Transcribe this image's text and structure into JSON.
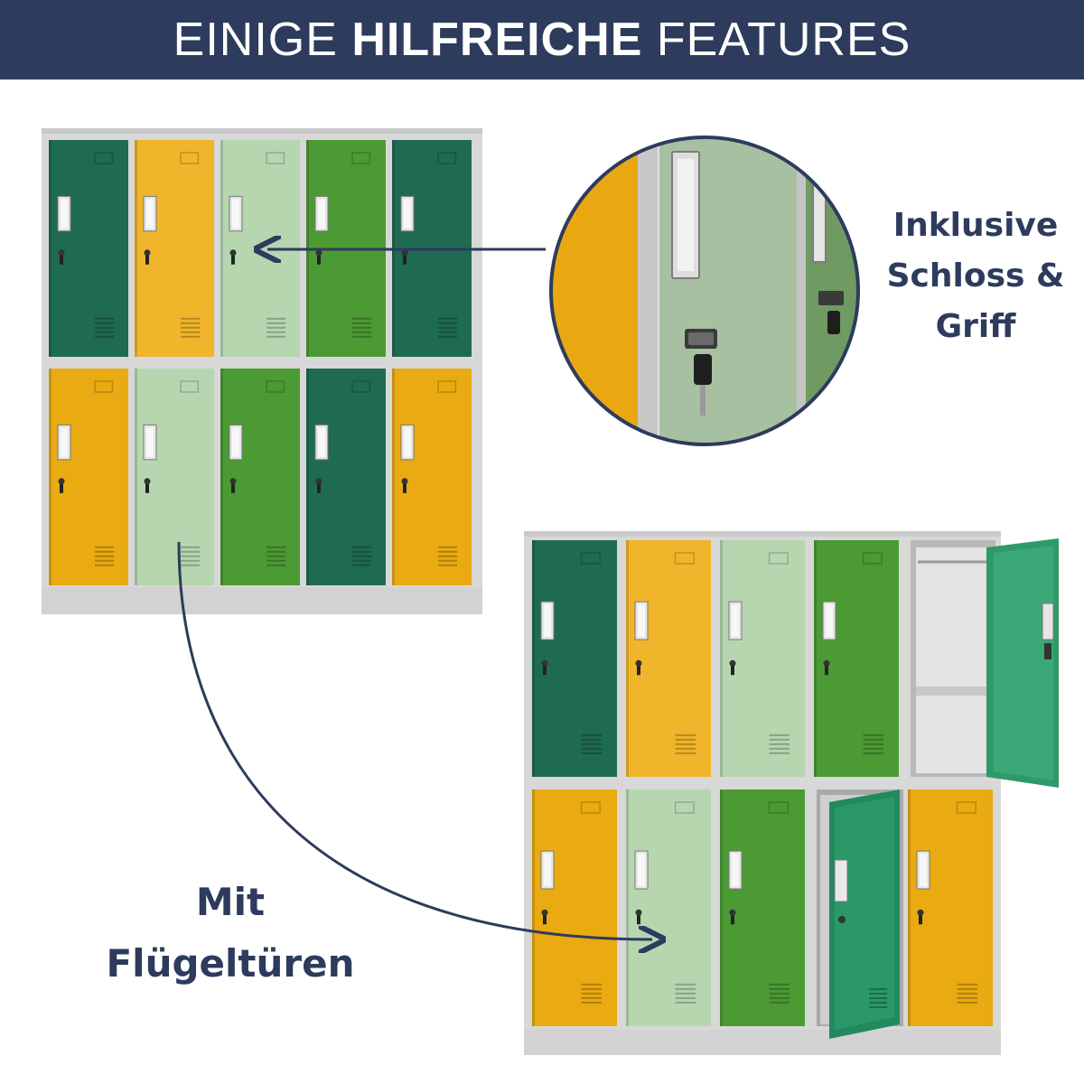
{
  "banner": {
    "title_regular_1": "EINIGE ",
    "title_bold": "HILFREICHE",
    "title_regular_2": " FEATURES",
    "background": "#2d3b5c"
  },
  "callouts": {
    "lock": {
      "line1": "Inklusive",
      "line2": "Schloss &",
      "line3": "Griff"
    },
    "doors": {
      "line1": "Mit",
      "line2": "Flügeltüren"
    }
  },
  "colors": {
    "dark_green": "#1f6a52",
    "yellow": "#f0b52a",
    "mint": "#b6d6b0",
    "grass_green": "#4c9a34",
    "mustard": "#e9aa12",
    "frame_grey": "#d8d8d8",
    "accent_navy": "#2d3b5c"
  },
  "lockers": {
    "left_top": [
      "dark_green",
      "yellow",
      "mint",
      "grass_green",
      "dark_green"
    ],
    "left_bottom": [
      "mustard",
      "mint",
      "grass_green",
      "dark_green",
      "mustard"
    ],
    "right_top": [
      "dark_green",
      "yellow",
      "mint",
      "grass_green",
      "open"
    ],
    "right_bottom": [
      "mustard",
      "mint",
      "grass_green",
      "open",
      "mustard"
    ]
  }
}
